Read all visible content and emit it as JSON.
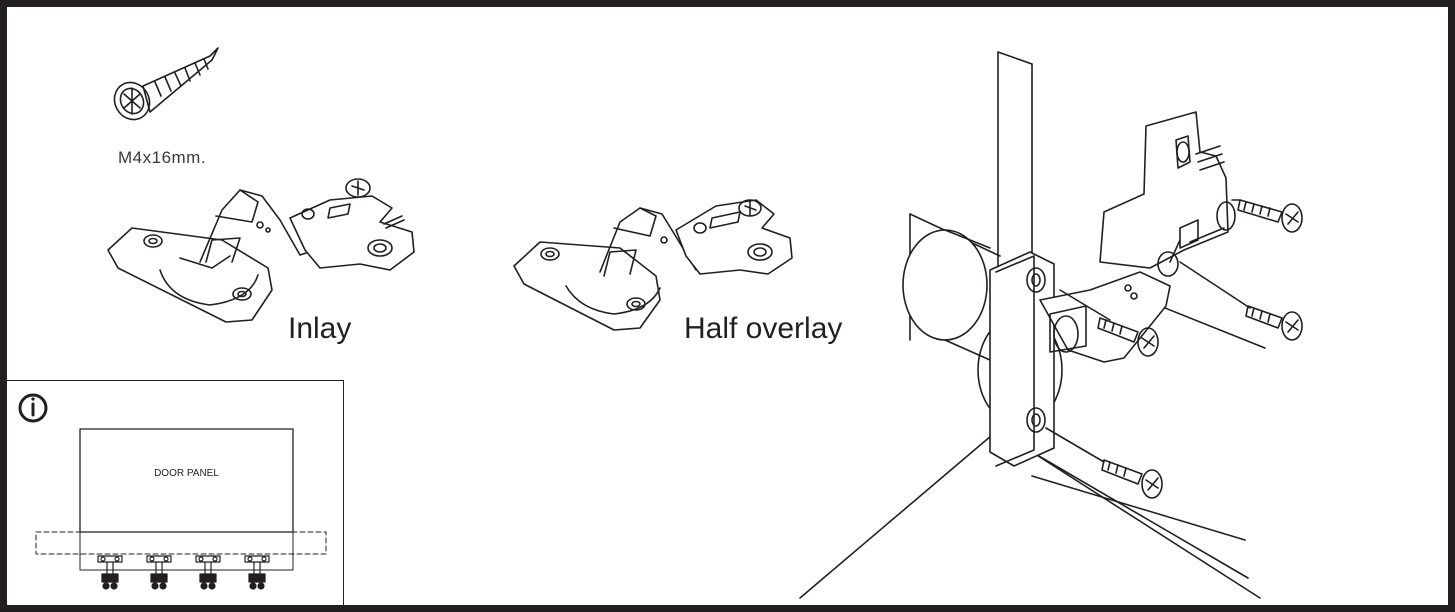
{
  "screw": {
    "size_label": "M4x16mm."
  },
  "hinges": [
    {
      "type_label": "Inlay"
    },
    {
      "type_label": "Half overlay"
    }
  ],
  "info_box": {
    "icon": "info-icon",
    "door_label": "DOOR PANEL",
    "hinge_count": 4
  },
  "colors": {
    "line": "#231f20",
    "background": "#ffffff"
  }
}
